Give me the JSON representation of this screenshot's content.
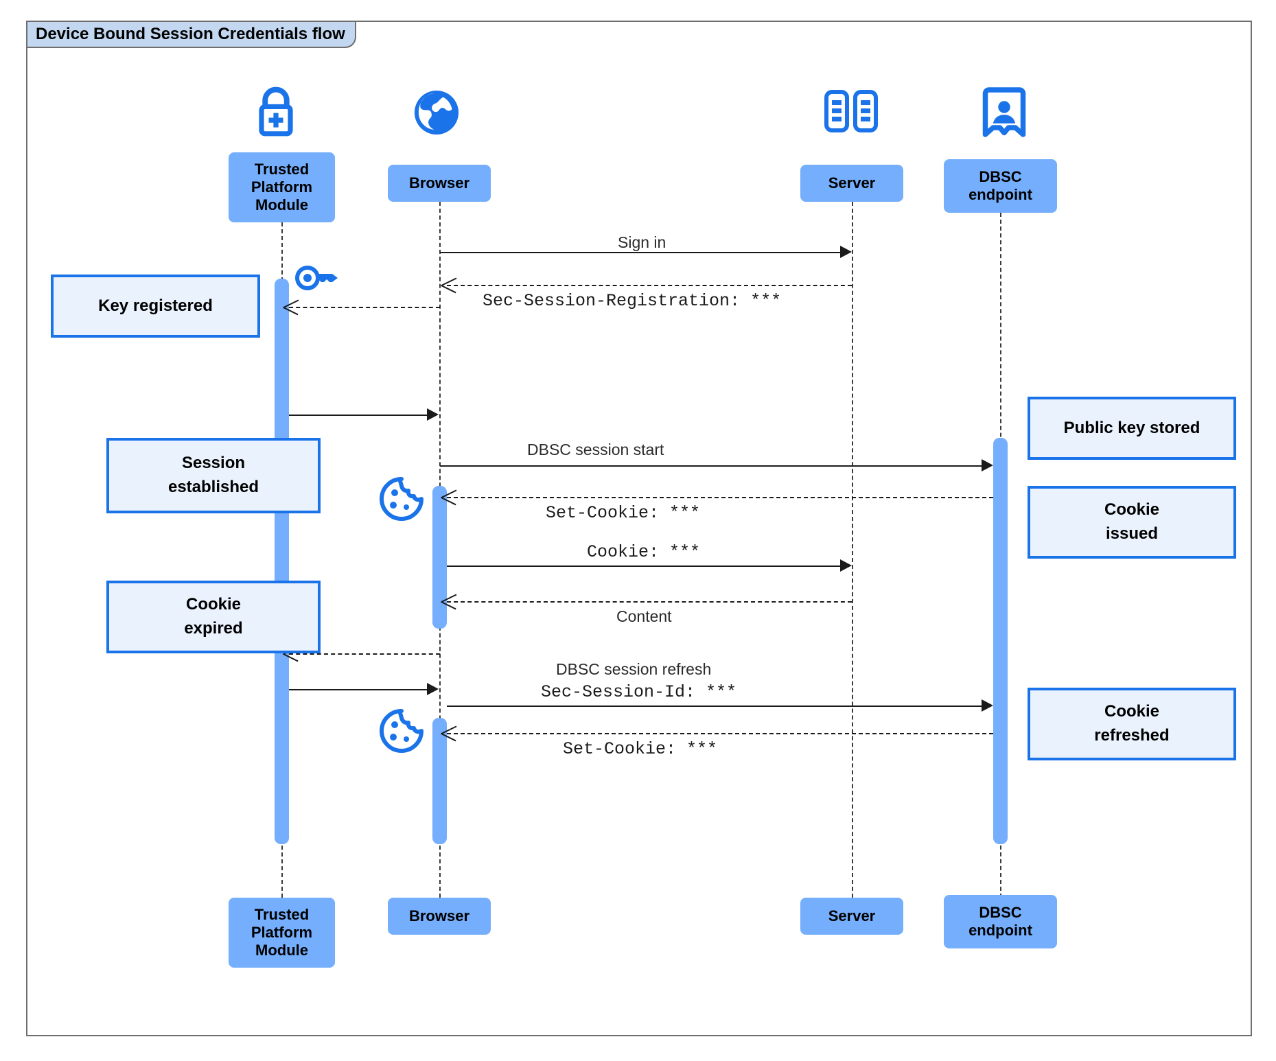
{
  "diagram": {
    "title": "Device Bound Session Credentials flow",
    "type": "sequence-diagram",
    "colors": {
      "participant_fill": "#74aefc",
      "note_fill": "#eaf2fd",
      "note_border": "#1a73e8",
      "icon_blue": "#1a73e8",
      "activation_fill": "#74aefc",
      "frame_border": "#6e6e6e",
      "title_fill": "#c3d7f0"
    },
    "participants": [
      {
        "id": "tpm",
        "label": "Trusted\nPlatform\nModule",
        "label_line1": "Trusted",
        "label_line2": "Platform",
        "label_line3": "Module",
        "icon": "padlock-plus-icon"
      },
      {
        "id": "browser",
        "label": "Browser",
        "icon": "globe-icon"
      },
      {
        "id": "server",
        "label": "Server",
        "icon": "server-racks-icon"
      },
      {
        "id": "dbsc",
        "label": "DBSC\nendpoint",
        "label_line1": "DBSC",
        "label_line2": "endpoint",
        "icon": "id-badge-icon"
      }
    ],
    "messages": [
      {
        "index": 1,
        "from": "browser",
        "to": "server",
        "label": "Sign in",
        "style": "solid",
        "font": "sans"
      },
      {
        "index": 2,
        "from": "server",
        "to": "browser",
        "label": "Sec-Session-Registration: ***",
        "style": "dashed",
        "font": "mono"
      },
      {
        "index": 3,
        "from": "browser",
        "to": "tpm",
        "label": "",
        "style": "dashed",
        "font": "mono"
      },
      {
        "index": 4,
        "from": "tpm",
        "to": "browser",
        "label": "",
        "style": "solid",
        "font": "sans"
      },
      {
        "index": 5,
        "from": "browser",
        "to": "dbsc",
        "label": "DBSC session start",
        "style": "solid",
        "font": "sans"
      },
      {
        "index": 6,
        "from": "dbsc",
        "to": "browser",
        "label": "Set-Cookie: ***",
        "style": "dashed",
        "font": "mono"
      },
      {
        "index": 7,
        "from": "browser",
        "to": "server",
        "label": "Cookie: ***",
        "style": "solid",
        "font": "mono"
      },
      {
        "index": 8,
        "from": "server",
        "to": "browser",
        "label": "Content",
        "style": "dashed",
        "font": "sans"
      },
      {
        "index": 9,
        "from": "browser",
        "to": "tpm",
        "label": "",
        "style": "dashed",
        "font": "sans"
      },
      {
        "index": 10,
        "from": "tpm",
        "to": "browser",
        "label": "",
        "style": "solid",
        "font": "sans"
      },
      {
        "index": 11,
        "from": "browser",
        "to": "dbsc",
        "label_line1": "DBSC session refresh",
        "label_line2": "Sec-Session-Id: ***",
        "style": "solid",
        "font": "mixed"
      },
      {
        "index": 12,
        "from": "dbsc",
        "to": "browser",
        "label": "Set-Cookie: ***",
        "style": "dashed",
        "font": "mono"
      }
    ],
    "notes": [
      {
        "id": "key-registered",
        "text": "Key registered",
        "anchor": "tpm",
        "side": "left"
      },
      {
        "id": "session-established",
        "text_line1": "Session",
        "text_line2": "established",
        "anchor": "tpm",
        "side": "left"
      },
      {
        "id": "cookie-expired",
        "text_line1": "Cookie",
        "text_line2": "expired",
        "anchor": "tpm",
        "side": "left"
      },
      {
        "id": "public-key-stored",
        "text": "Public key stored",
        "anchor": "dbsc",
        "side": "right"
      },
      {
        "id": "cookie-issued",
        "text_line1": "Cookie",
        "text_line2": "issued",
        "anchor": "dbsc",
        "side": "right"
      },
      {
        "id": "cookie-refreshed",
        "text_line1": "Cookie",
        "text_line2": "refreshed",
        "anchor": "dbsc",
        "side": "right"
      }
    ],
    "decorative_icons": [
      {
        "id": "key-icon-1",
        "name": "key-icon",
        "near": "tpm"
      },
      {
        "id": "cookie-icon-1",
        "name": "cookie-icon",
        "near": "browser"
      },
      {
        "id": "cookie-icon-2",
        "name": "cookie-icon",
        "near": "browser"
      }
    ]
  }
}
